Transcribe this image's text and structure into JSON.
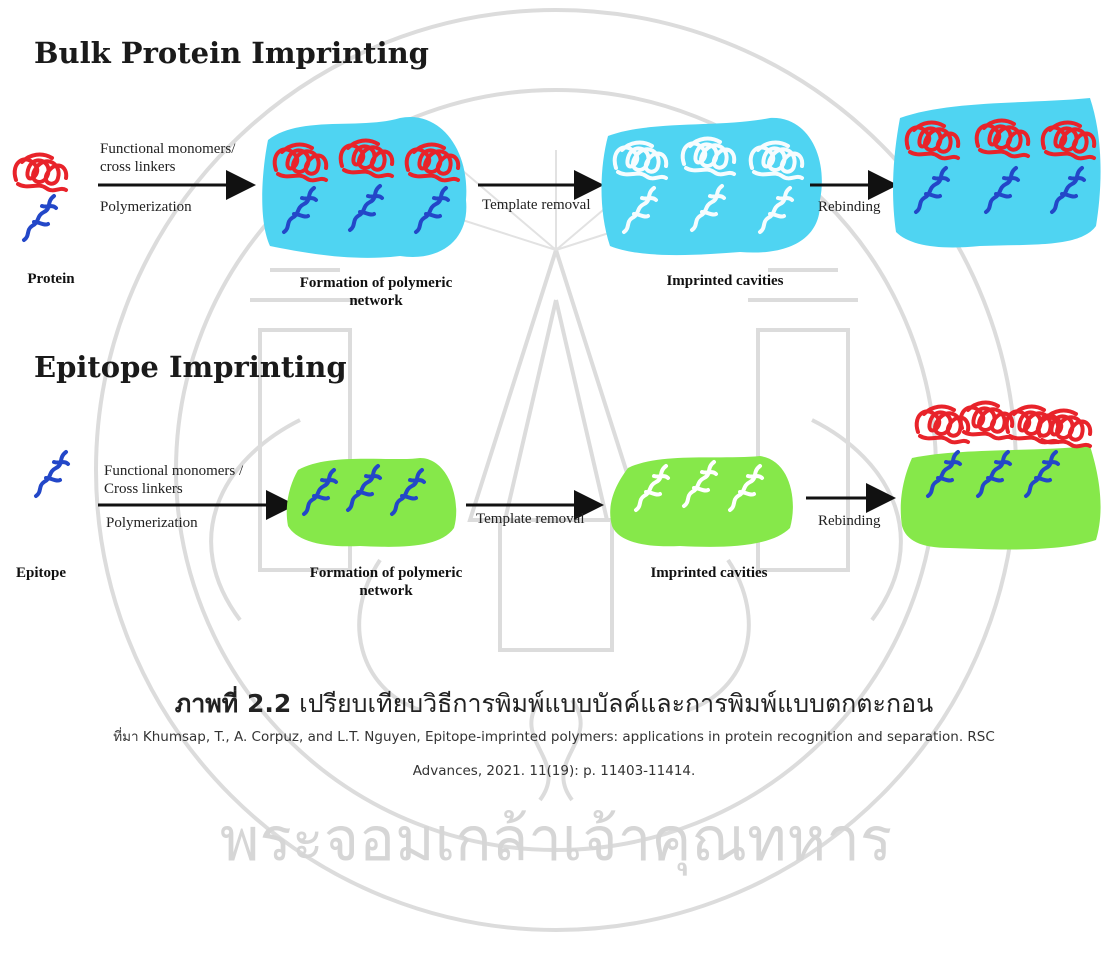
{
  "bulk": {
    "title": "Bulk Protein Imprinting",
    "arrow1_top": "Functional monomers/",
    "arrow1_top2": "cross linkers",
    "arrow1_bottom": "Polymerization",
    "arrow2": "Template removal",
    "arrow3": "Rebinding",
    "stage_protein": "Protein",
    "stage_formation": "Formation of polymeric",
    "stage_formation2": "network",
    "stage_cavities": "Imprinted cavities"
  },
  "epitope": {
    "title": "Epitope Imprinting",
    "arrow1_top": "Functional monomers /",
    "arrow1_top2": "Cross linkers",
    "arrow1_bottom": "Polymerization",
    "arrow2": "Template removal",
    "arrow3": "Rebinding",
    "stage_epitope": "Epitope",
    "stage_formation": "Formation of polymeric",
    "stage_formation2": "network",
    "stage_cavities": "Imprinted cavities"
  },
  "caption": {
    "label": "ภาพที่ 2.2",
    "text": " เปรียบเทียบวิธีการพิมพ์แบบบัลค์และการพิมพ์แบบตกตะกอน",
    "source_line1": "ที่มา Khumsap, T., A. Corpuz, and L.T. Nguyen, Epitope-imprinted polymers: applications in protein recognition and separation. RSC",
    "source_line2": "Advances, 2021. 11(19): p. 11403-11414."
  },
  "watermark": {
    "text": "พระจอมเกล้าเจ้าคุณทหาร"
  },
  "colors": {
    "protein_red": "#e8232a",
    "epitope_blue": "#2347c8",
    "bulk_matrix": "#4fd4f2",
    "epitope_matrix": "#86e84a",
    "arrow": "#111111",
    "watermark": "#d8d8d8"
  }
}
